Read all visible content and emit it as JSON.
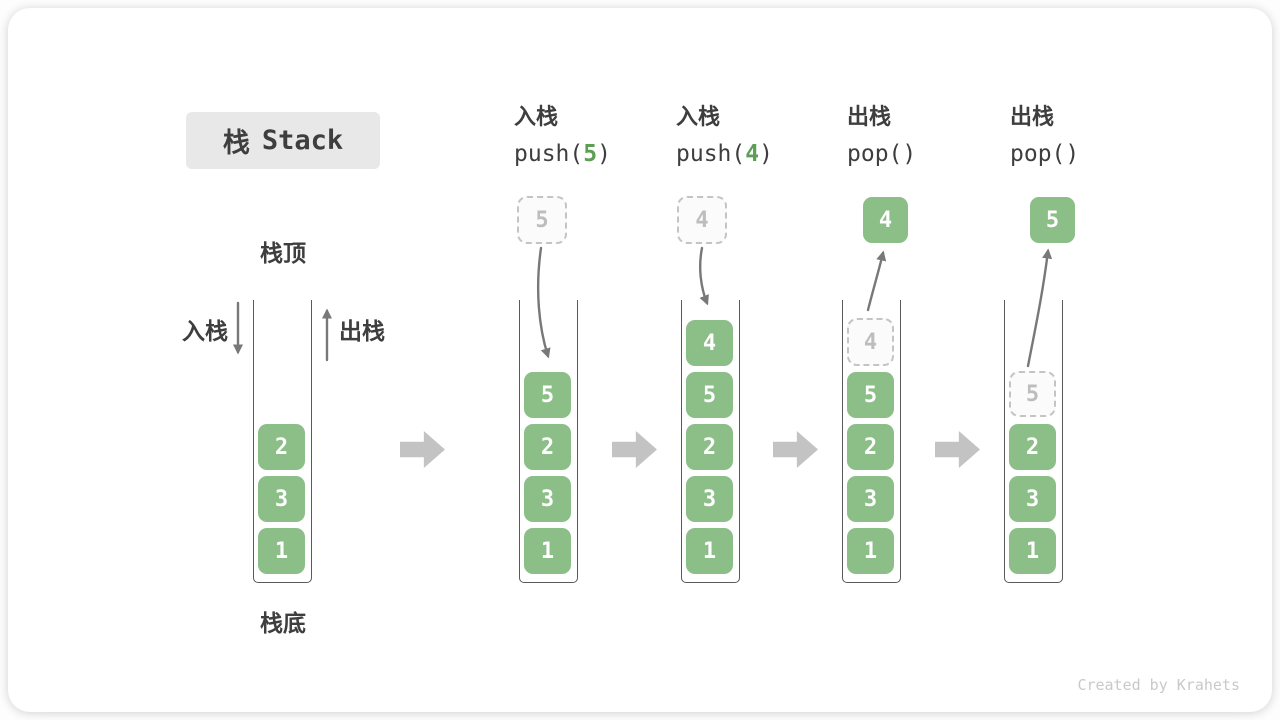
{
  "title": {
    "zh": "栈",
    "en": "Stack"
  },
  "labels": {
    "stack_top": "栈顶",
    "stack_bottom": "栈底",
    "push_side": "入栈",
    "pop_side": "出栈"
  },
  "operations": [
    {
      "zh": "入栈",
      "code_pre": "push(",
      "arg": "5",
      "code_post": ")"
    },
    {
      "zh": "入栈",
      "code_pre": "push(",
      "arg": "4",
      "code_post": ")"
    },
    {
      "zh": "出栈",
      "code_pre": "pop(",
      "arg": "",
      "code_post": ")"
    },
    {
      "zh": "出栈",
      "code_pre": "pop(",
      "arg": "",
      "code_post": ")"
    }
  ],
  "floats": [
    {
      "value": "5",
      "style": "dashed"
    },
    {
      "value": "4",
      "style": "dashed"
    },
    {
      "value": "4",
      "style": "solid"
    },
    {
      "value": "5",
      "style": "solid"
    }
  ],
  "stacks": [
    {
      "blocks": [
        "2",
        "3",
        "1"
      ]
    },
    {
      "blocks": [
        "5",
        "2",
        "3",
        "1"
      ]
    },
    {
      "blocks": [
        "4",
        "5",
        "2",
        "3",
        "1"
      ]
    },
    {
      "ghost": "4",
      "blocks": [
        "5",
        "2",
        "3",
        "1"
      ]
    },
    {
      "ghost": "5",
      "blocks": [
        "2",
        "3",
        "1"
      ]
    }
  ],
  "watermark": "Created by Krahets",
  "colors": {
    "block_green": "#8CBE88",
    "arg_green": "#5B9E54",
    "text_dark": "#3E3E3E",
    "title_bg": "#E8E8E8",
    "tube_wall": "#5A5A5A",
    "arrow_gray": "#787878",
    "flow_arrow_gray": "#C3C3C3",
    "ghost_border": "#C4C4C4",
    "ghost_text": "#BDBDBD",
    "watermark_gray": "#C9C9C9"
  }
}
